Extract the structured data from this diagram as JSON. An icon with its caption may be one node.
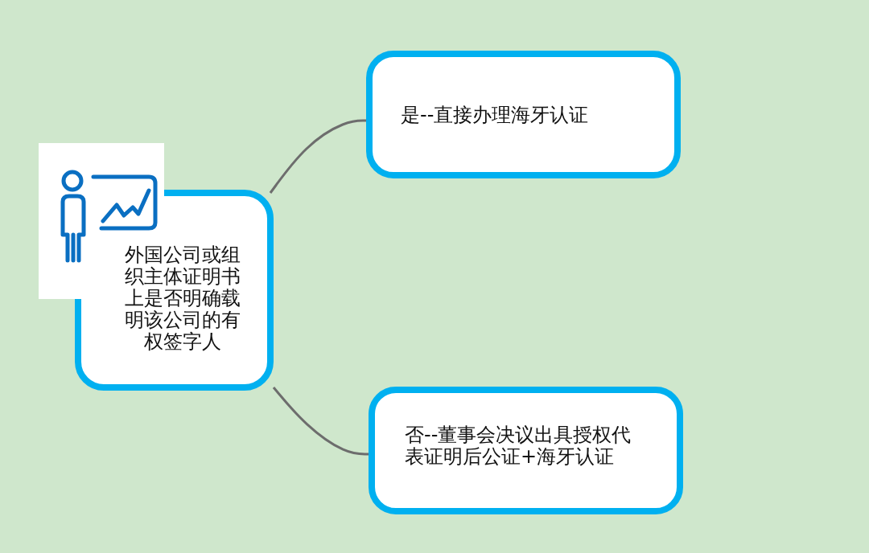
{
  "diagram": {
    "nodes": [
      {
        "text": [
          "外国公司或组织主体证明书上是否明确载明该公司的有权签字人"
        ]
      },
      {
        "text": [
          "是--直接办理海牙认证"
        ]
      },
      {
        "text": [
          "否--董事会决议出具授权代表证明后公证+海牙认证"
        ]
      }
    ],
    "edges": [
      {
        "from": 0,
        "to": 1,
        "arrow": "none"
      },
      {
        "from": 0,
        "to": 2,
        "arrow": "none"
      }
    ]
  }
}
